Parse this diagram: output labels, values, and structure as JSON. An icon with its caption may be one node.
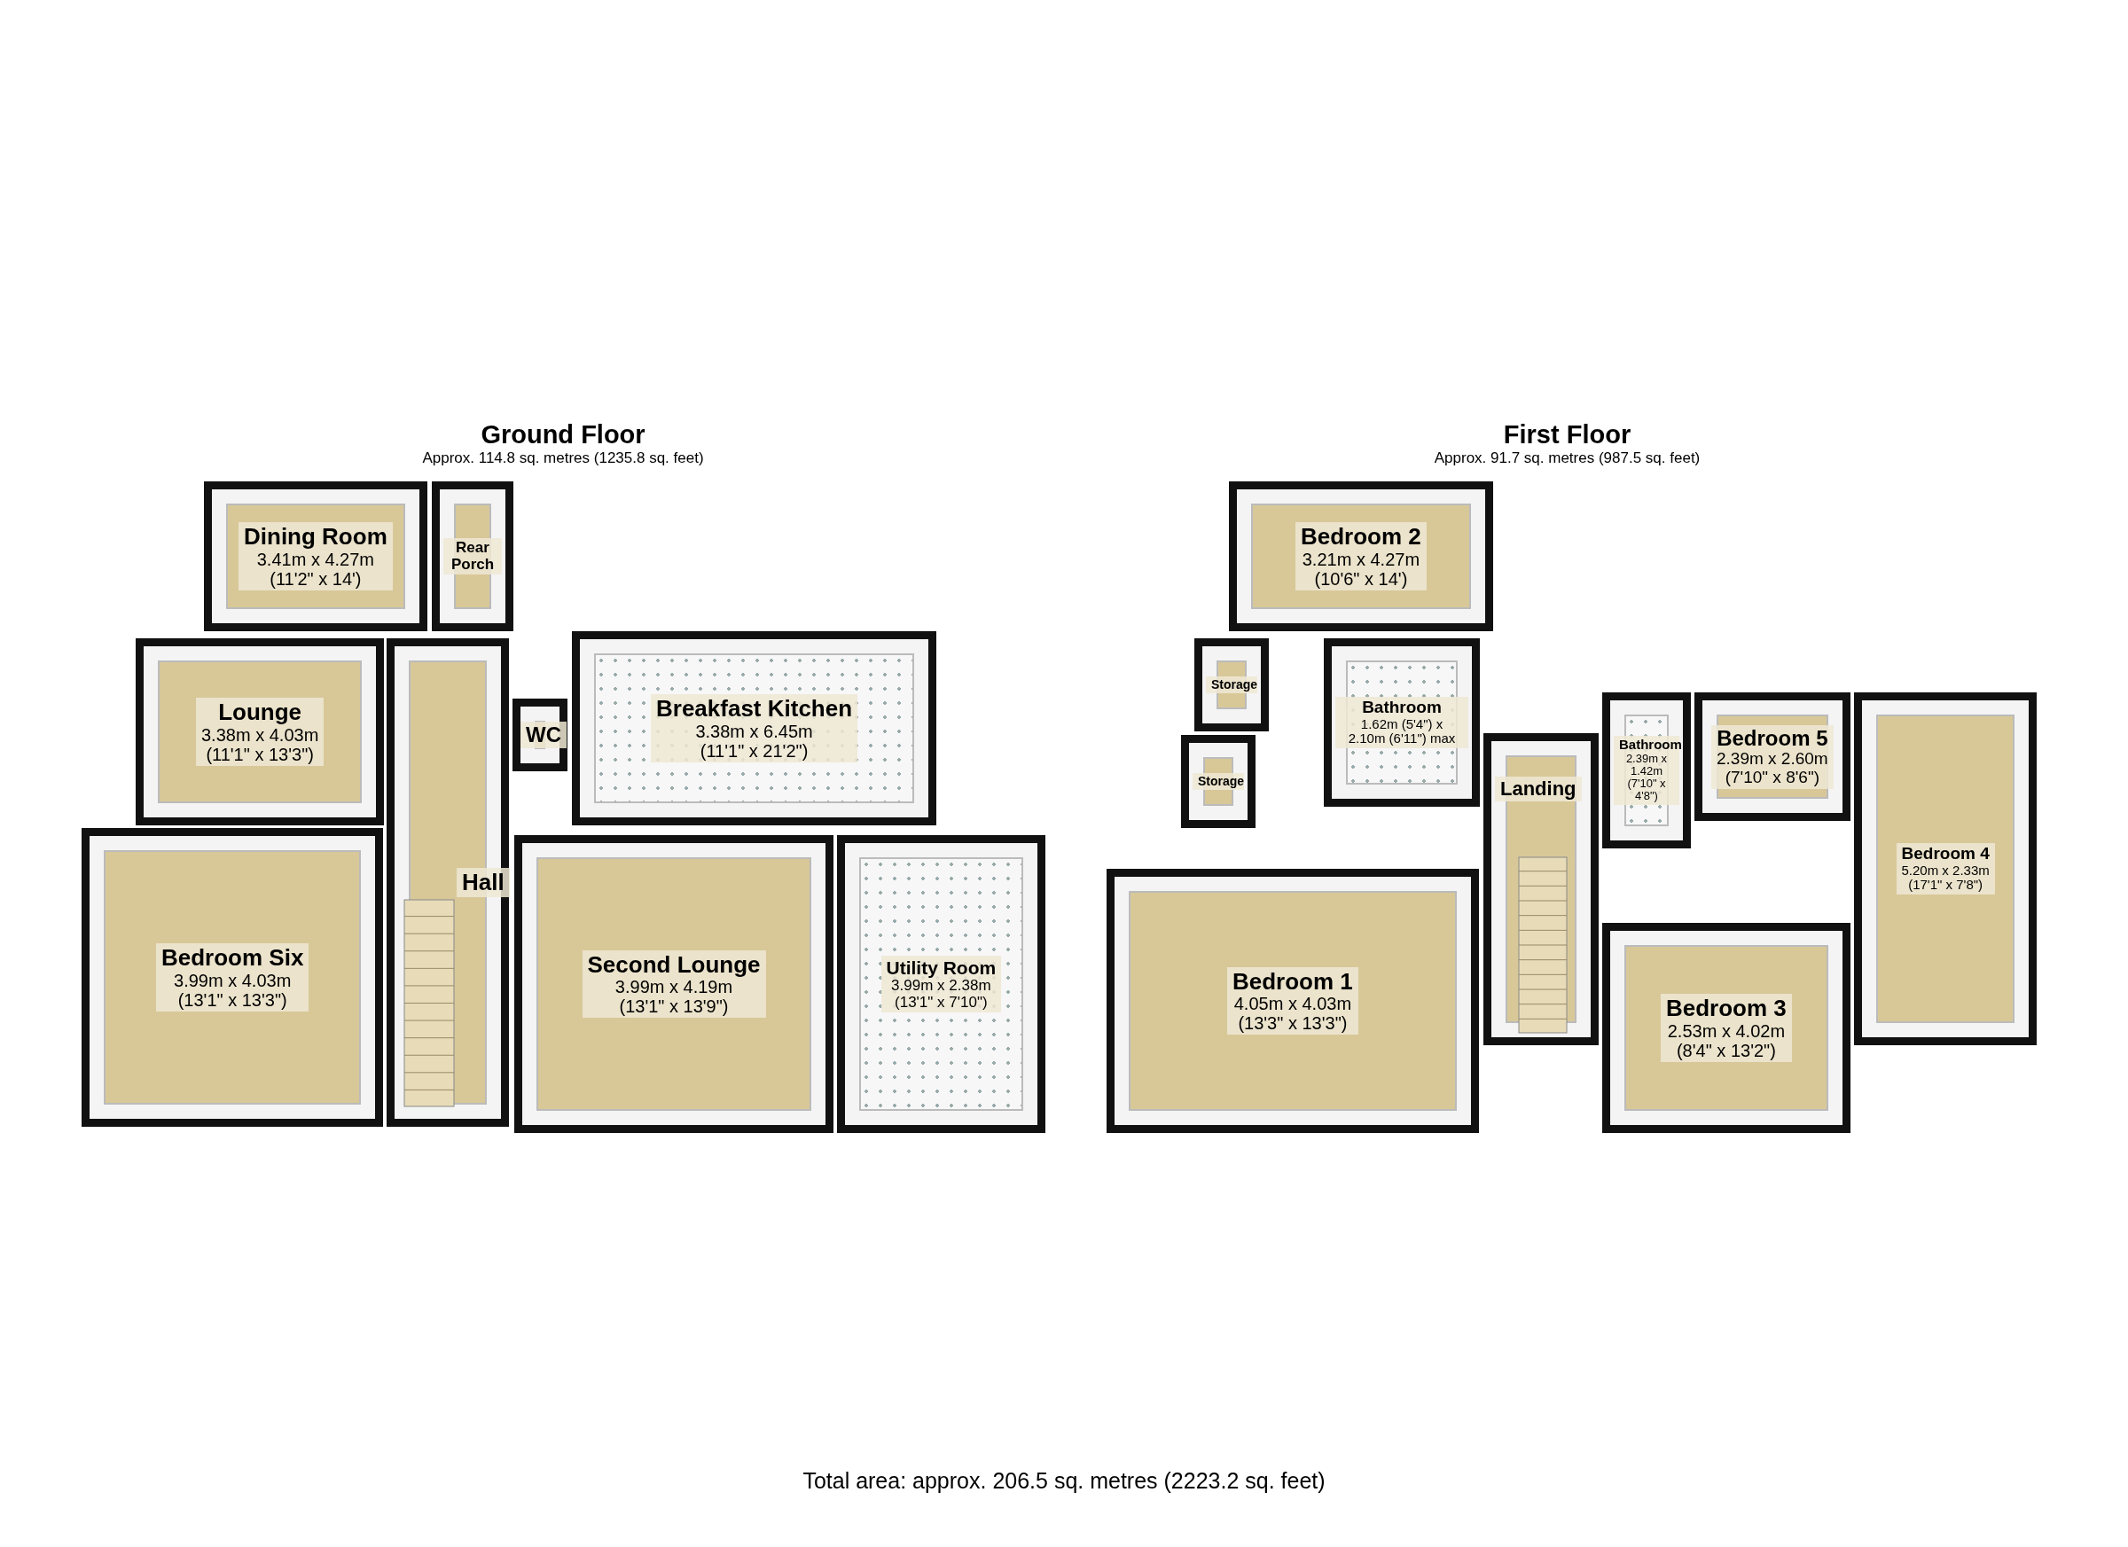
{
  "diagram": {
    "caption": "Total area: approx. 206.5 sq. metres (2223.2 sq. feet)",
    "nodes": [
      {
        "text": [
          "Ground Floor",
          "Approx. 114.8 sq. metres (1235.8 sq. feet)"
        ]
      },
      {
        "text": [
          "Dining Room",
          "3.41m x 4.27m",
          "(11'2\" x 14')"
        ],
        "in": 0
      },
      {
        "text": [
          "Rear Porch"
        ],
        "in": 0
      },
      {
        "text": [
          "Lounge",
          "3.38m x 4.03m",
          "(11'1\" x 13'3\")"
        ],
        "in": 0
      },
      {
        "text": [
          "WC"
        ],
        "in": 0
      },
      {
        "text": [
          "Breakfast Kitchen",
          "3.38m x 6.45m",
          "(11'1\" x 21'2\")"
        ],
        "in": 0
      },
      {
        "text": [
          "Hall"
        ],
        "in": 0
      },
      {
        "text": [
          "Bedroom Six",
          "3.99m x 4.03m",
          "(13'1\" x 13'3\")"
        ],
        "in": 0
      },
      {
        "text": [
          "Second Lounge",
          "3.99m x 4.19m",
          "(13'1\" x 13'9\")"
        ],
        "in": 0
      },
      {
        "text": [
          "Utility Room",
          "3.99m x 2.38m",
          "(13'1\" x 7'10\")"
        ],
        "in": 0
      },
      {
        "text": [
          "First Floor",
          "Approx. 91.7 sq. metres (987.5 sq. feet)"
        ]
      },
      {
        "text": [
          "Bedroom 2",
          "3.21m x 4.27m",
          "(10'6\" x 14')"
        ],
        "in": 10
      },
      {
        "text": [
          "Storage"
        ],
        "in": 10
      },
      {
        "text": [
          "Bathroom",
          "1.62m (5'4\") x 2.10m (6'11\") max"
        ],
        "in": 10
      },
      {
        "text": [
          "Storage"
        ],
        "in": 10
      },
      {
        "text": [
          "Landing"
        ],
        "in": 10
      },
      {
        "text": [
          "Bathroom",
          "2.39m x 1.42m",
          "(7'10\" x 4'8\")"
        ],
        "in": 10
      },
      {
        "text": [
          "Bedroom 5",
          "2.39m x 2.60m",
          "(7'10\" x 8'6\")"
        ],
        "in": 10
      },
      {
        "text": [
          "Bedroom 4",
          "5.20m x 2.33m",
          "(17'1\" x 7'8\")"
        ],
        "in": 10
      },
      {
        "text": [
          "Bedroom 1",
          "4.05m x 4.03m",
          "(13'3\" x 13'3\")"
        ],
        "in": 10
      },
      {
        "text": [
          "Bedroom 3",
          "2.53m x 4.02m",
          "(8'4\" x 13'2\")"
        ],
        "in": 10
      }
    ]
  }
}
